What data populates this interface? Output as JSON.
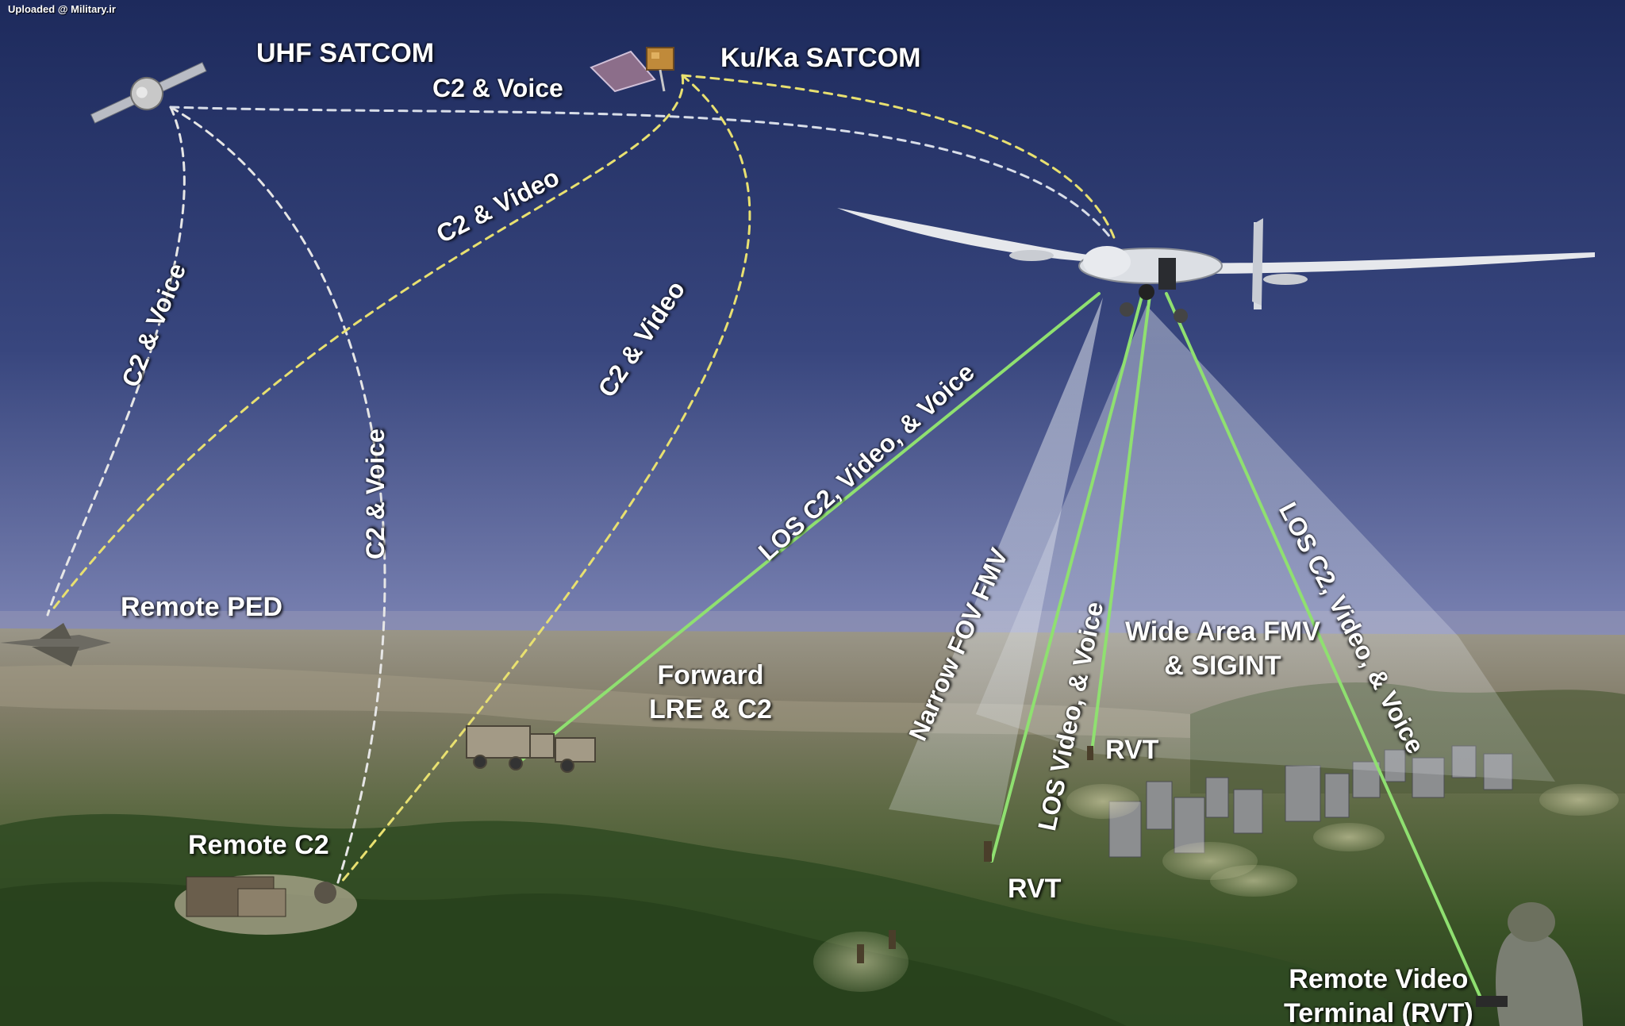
{
  "watermark": "Uploaded @ Military.ir",
  "labels": {
    "uhf_satcom": "UHF SATCOM",
    "kuka_satcom": "Ku/Ka SATCOM",
    "c2_voice_top": "C2 & Voice",
    "c2_video_mid": "C2 & Video",
    "c2_voice_left": "C2 & Voice",
    "c2_voice_center": "C2 & Voice",
    "c2_video_center": "C2 & Video",
    "los_c2_video_voice_a": "LOS C2, Video, & Voice",
    "los_c2_video_voice_b": "LOS C2, Video, & Voice",
    "los_video_voice": "LOS Video, & Voice",
    "narrow_fov_fmv": "Narrow FOV FMV",
    "wide_area_line1": "Wide Area FMV",
    "wide_area_line2": "& SIGINT",
    "remote_ped": "Remote PED",
    "forward_line1": "Forward",
    "forward_line2": "LRE & C2",
    "remote_c2": "Remote C2",
    "rvt_1": "RVT",
    "rvt_2": "RVT",
    "remote_video_line1": "Remote Video",
    "remote_video_line2": "Terminal (RVT)"
  },
  "colors": {
    "sky_top": "#1f2c5e",
    "sky_horizon": "#6f78a8",
    "ground_far": "#8b8878",
    "ground_near": "#3e5a2c",
    "link_white": "#e8e8e8",
    "link_yellow": "#e8e070",
    "link_green": "#8fe070",
    "beam": "#dfe4ea"
  }
}
